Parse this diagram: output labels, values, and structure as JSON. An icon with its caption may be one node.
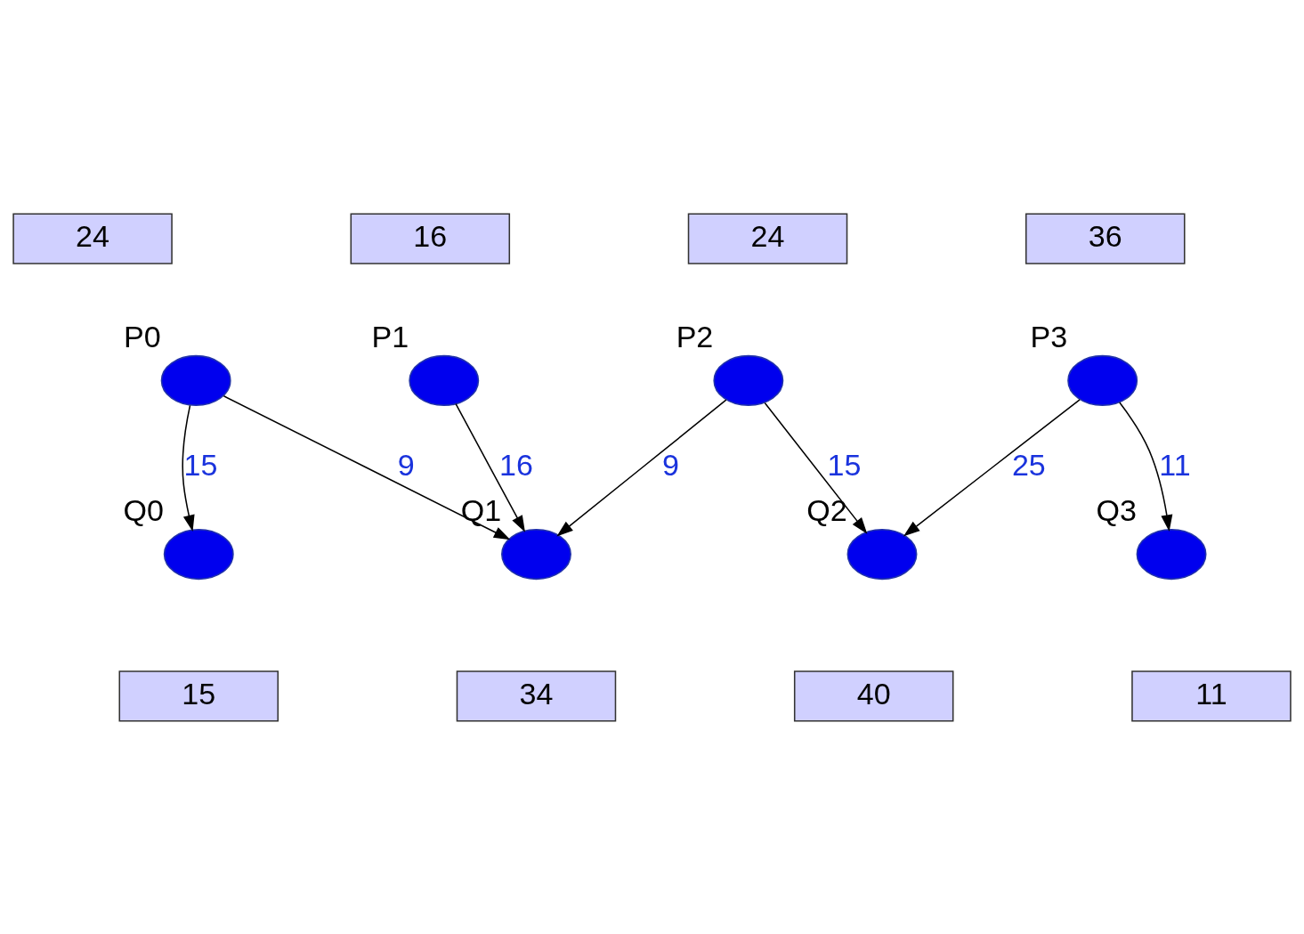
{
  "diagram": {
    "nodes": [
      {
        "text": [
          "24"
        ]
      },
      {
        "text": [
          "16"
        ]
      },
      {
        "text": [
          "24"
        ]
      },
      {
        "text": [
          "36"
        ]
      },
      {
        "text": [
          "P0"
        ]
      },
      {
        "text": [
          "P1"
        ]
      },
      {
        "text": [
          "P2"
        ]
      },
      {
        "text": [
          "P3"
        ]
      },
      {
        "text": [
          "Q0"
        ]
      },
      {
        "text": [
          "Q1"
        ]
      },
      {
        "text": [
          "Q2"
        ]
      },
      {
        "text": [
          "Q3"
        ]
      },
      {
        "text": [
          "15"
        ]
      },
      {
        "text": [
          "34"
        ]
      },
      {
        "text": [
          "40"
        ]
      },
      {
        "text": [
          "11"
        ]
      }
    ],
    "edges": [
      {
        "from": 4,
        "to": 8,
        "arrow": "to",
        "label": "15"
      },
      {
        "from": 4,
        "to": 9,
        "arrow": "to",
        "label": "9"
      },
      {
        "from": 5,
        "to": 9,
        "arrow": "to",
        "label": "16"
      },
      {
        "from": 6,
        "to": 9,
        "arrow": "to",
        "label": "9"
      },
      {
        "from": 6,
        "to": 10,
        "arrow": "to",
        "label": "15"
      },
      {
        "from": 7,
        "to": 10,
        "arrow": "to",
        "label": "25"
      },
      {
        "from": 7,
        "to": 11,
        "arrow": "to",
        "label": "11"
      }
    ]
  }
}
